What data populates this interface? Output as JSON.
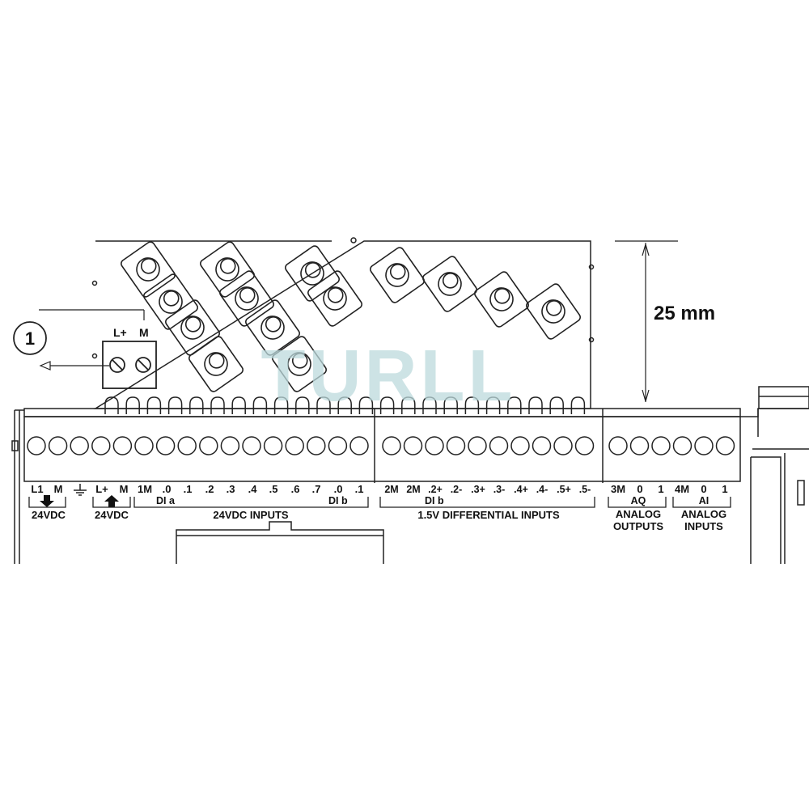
{
  "callout": {
    "number": "1"
  },
  "dimension": {
    "label": "25 mm"
  },
  "power_connector": {
    "lplus": "L+",
    "m": "M"
  },
  "watermark": "TURLL",
  "terminals": {
    "left": [
      "L1",
      "M",
      "L+",
      "M",
      "1M",
      ".0",
      ".1",
      ".2",
      ".3",
      ".4",
      ".5",
      ".6",
      ".7",
      ".0",
      ".1"
    ],
    "middle": [
      "2M",
      "2M",
      ".2+",
      ".2-",
      ".3+",
      ".3-",
      ".4+",
      ".4-",
      ".5+",
      ".5-"
    ],
    "aq": [
      "3M",
      "0",
      "1"
    ],
    "ai": [
      "4M",
      "0",
      "1"
    ]
  },
  "groups": {
    "supply_out": "24VDC",
    "supply_in": "24VDC",
    "di_a": "DI a",
    "di_b_left": "DI b",
    "inputs_24v": "24VDC INPUTS",
    "di_b_mid": "DI b",
    "diff_inputs": "1.5V DIFFERENTIAL INPUTS",
    "aq": "AQ",
    "analog_out_1": "ANALOG",
    "analog_out_2": "OUTPUTS",
    "ai": "AI",
    "analog_in_1": "ANALOG",
    "analog_in_2": "INPUTS"
  }
}
